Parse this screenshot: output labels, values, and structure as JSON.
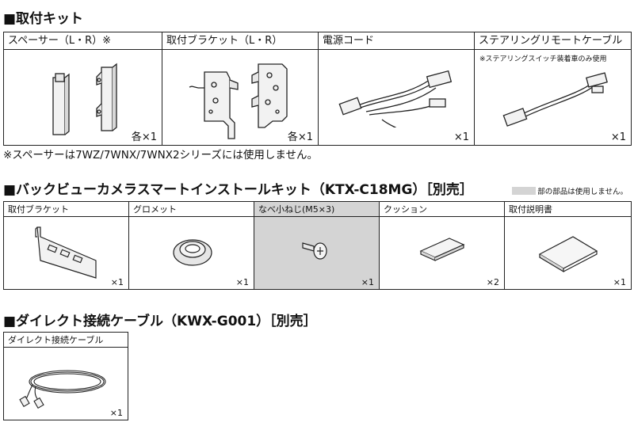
{
  "section1": {
    "title": "■取付キット",
    "items": [
      {
        "label": "スペーサー（L・R）※",
        "qty": "各×1"
      },
      {
        "label": "取付ブラケット（L・R）",
        "qty": "各×1"
      },
      {
        "label": "電源コード",
        "qty": "×1"
      },
      {
        "label": "ステアリングリモートケーブル",
        "sub": "※ステアリングスイッチ装着車のみ使用",
        "qty": "×1"
      }
    ],
    "note": "※スペーサーは7WZ/7WNX/7WNX2シリーズには使用しません。"
  },
  "section2": {
    "title": "■バックビューカメラスマートインストールキット（KTX-C18MG）［別売］",
    "legend": "部の部品は使用しません。",
    "legend_color": "#d4d4d4",
    "items": [
      {
        "label": "取付ブラケット",
        "qty": "×1"
      },
      {
        "label": "グロメット",
        "qty": "×1"
      },
      {
        "label": "なべ小ねじ(M5×3)",
        "qty": "×1"
      },
      {
        "label": "クッション",
        "qty": "×2"
      },
      {
        "label": "取付説明書",
        "qty": "×1"
      }
    ]
  },
  "section3": {
    "title": "■ダイレクト接続ケーブル（KWX-G001）［別売］",
    "items": [
      {
        "label": "ダイレクト接続ケーブル",
        "qty": "×1"
      }
    ]
  }
}
